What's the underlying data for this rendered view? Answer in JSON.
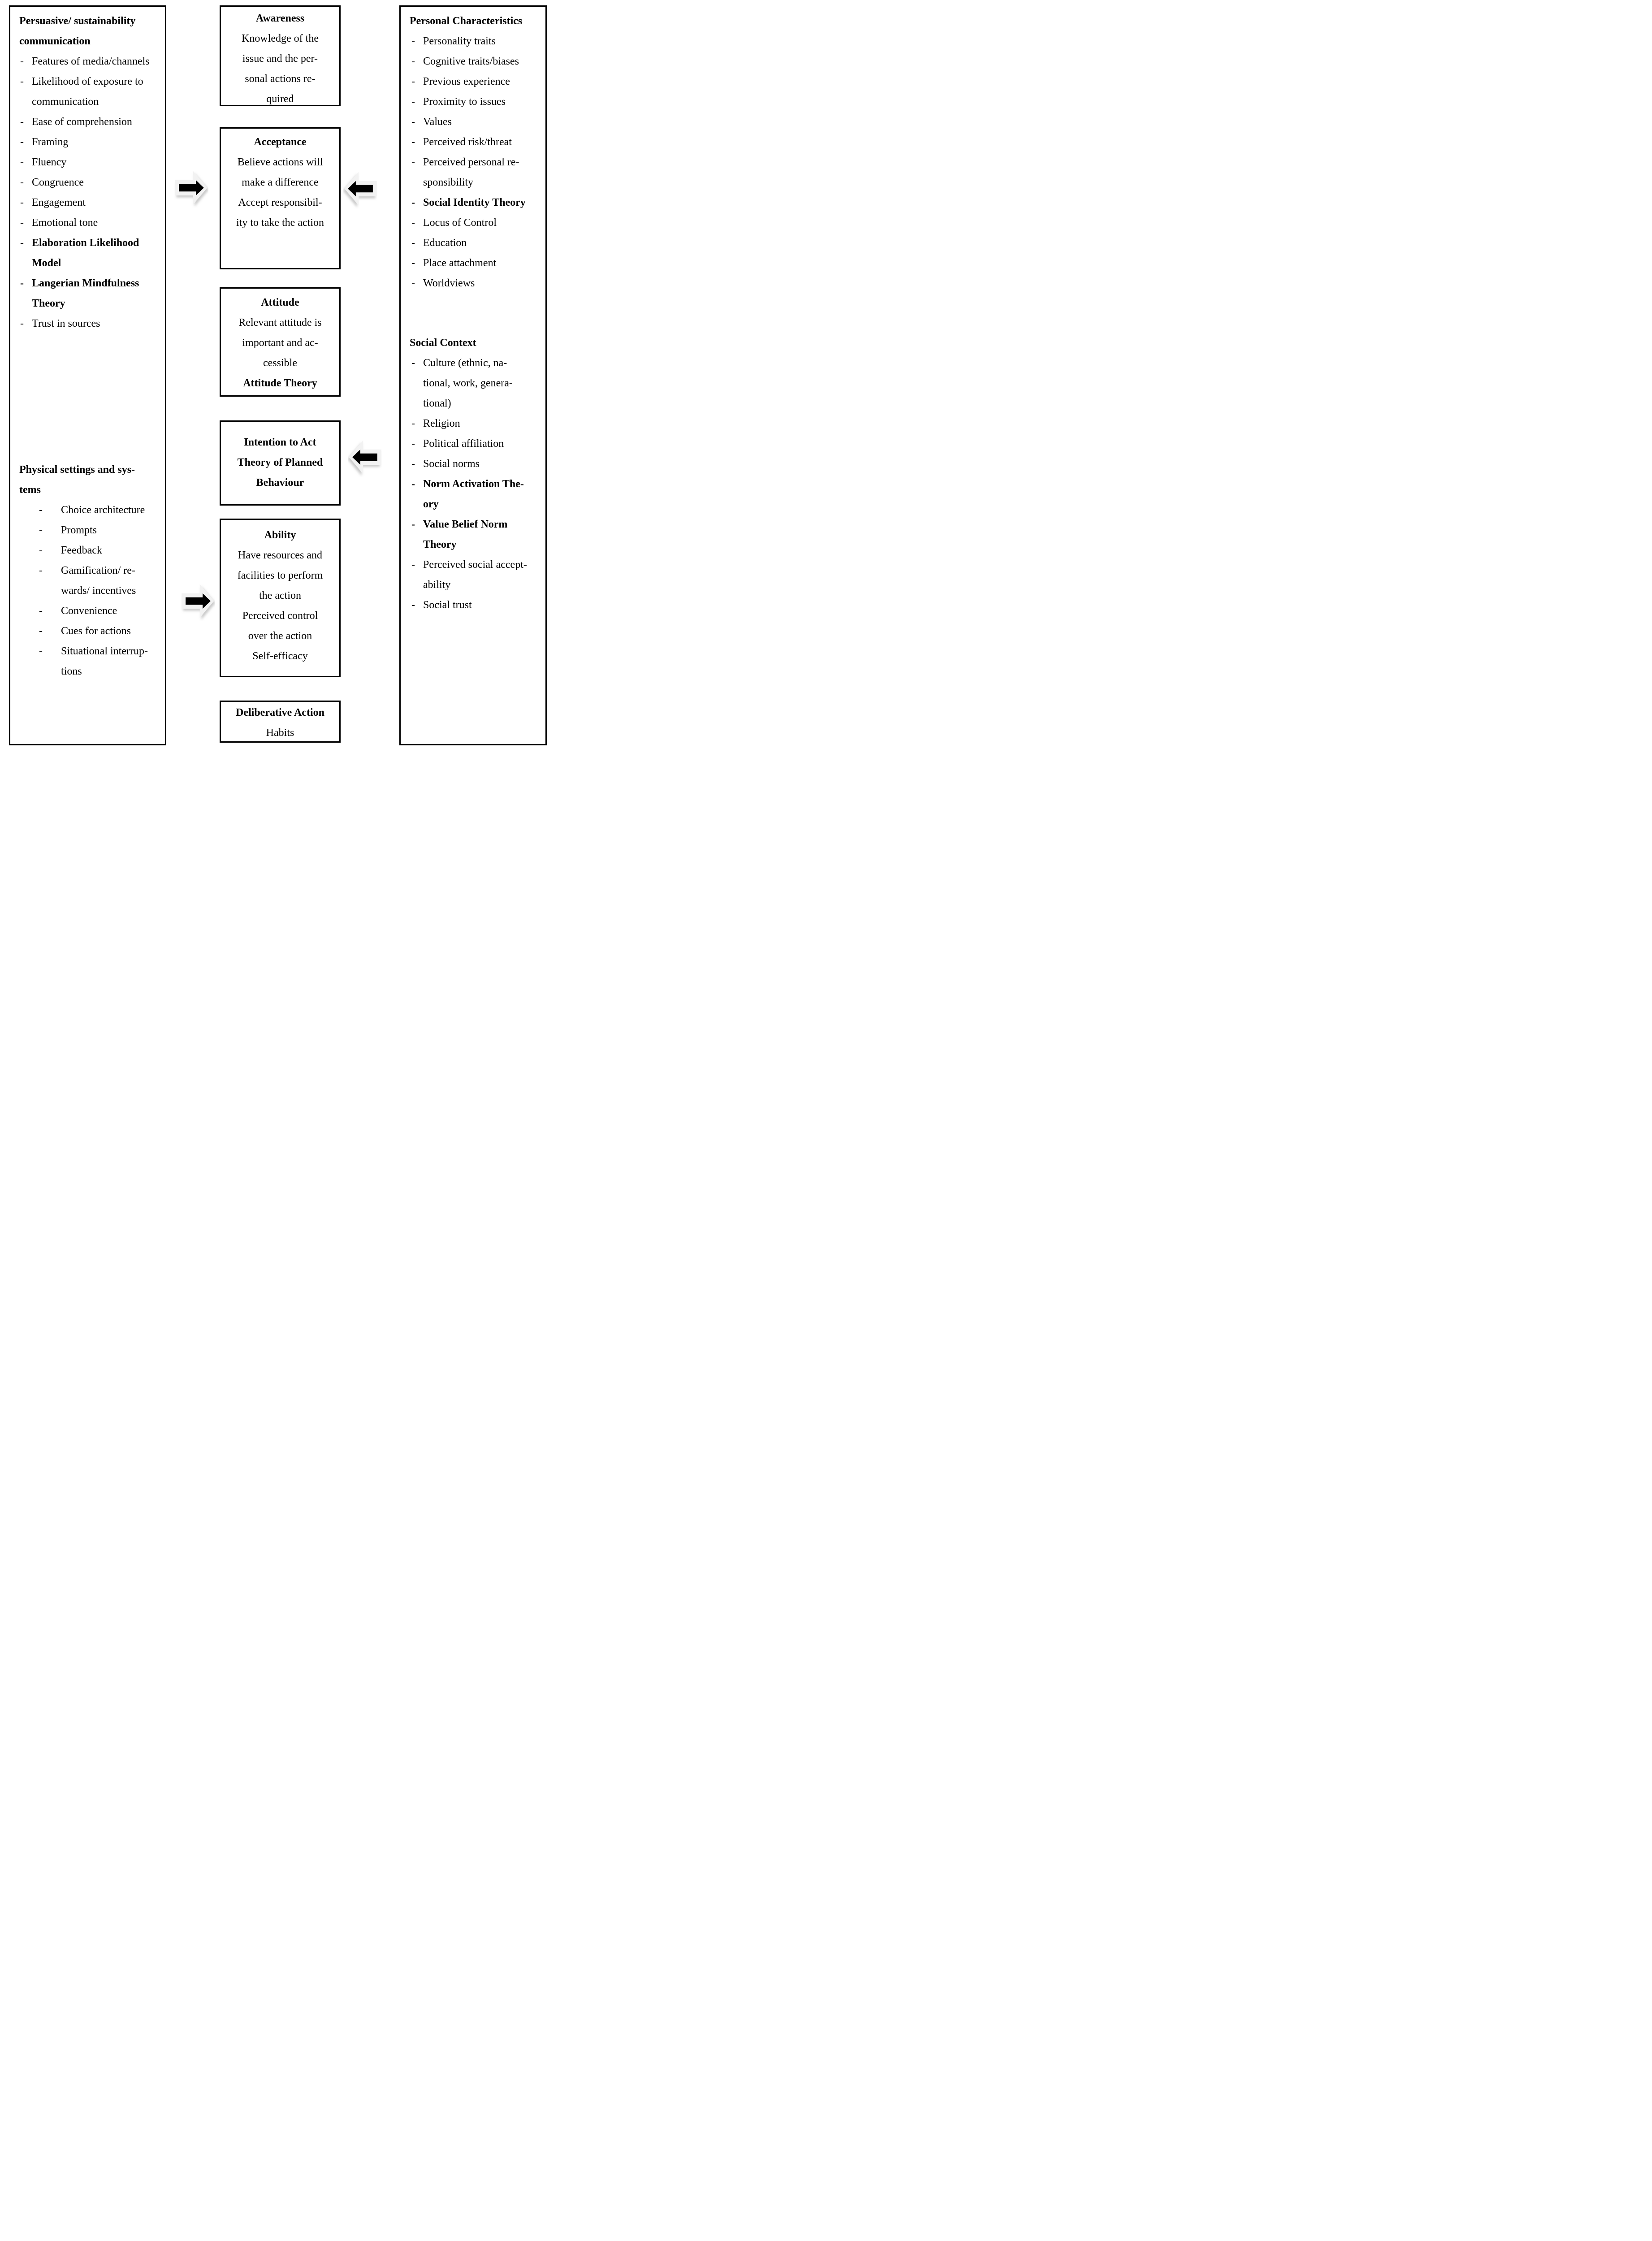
{
  "diagram": {
    "colors": {
      "background": "#ffffff",
      "border": "#000000",
      "text": "#000000",
      "arrow_fill": "#000000",
      "arrow_outline": "#f2f2f2",
      "arrow_shadow": "#c0c0c0"
    },
    "left_box": {
      "sections": [
        {
          "header_lines": [
            "Persuasive/ sustainability",
            "communication"
          ],
          "items": [
            {
              "lines": [
                "Features of media/channels"
              ],
              "bold": false
            },
            {
              "lines": [
                "Likelihood of exposure to",
                "communication"
              ],
              "bold": false
            },
            {
              "lines": [
                "Ease of comprehension"
              ],
              "bold": false
            },
            {
              "lines": [
                "Framing"
              ],
              "bold": false
            },
            {
              "lines": [
                "Fluency"
              ],
              "bold": false
            },
            {
              "lines": [
                "Congruence"
              ],
              "bold": false
            },
            {
              "lines": [
                "Engagement"
              ],
              "bold": false
            },
            {
              "lines": [
                "Emotional tone"
              ],
              "bold": false
            },
            {
              "lines": [
                "Elaboration Likelihood",
                "Model"
              ],
              "bold": true
            },
            {
              "lines": [
                "Langerian Mindfulness",
                "Theory"
              ],
              "bold": true
            },
            {
              "lines": [
                "Trust in sources"
              ],
              "bold": false
            }
          ]
        },
        {
          "header_lines": [
            "Physical settings and sys-",
            "tems"
          ],
          "items": [
            {
              "lines": [
                "Choice architecture"
              ],
              "bold": false
            },
            {
              "lines": [
                "Prompts"
              ],
              "bold": false
            },
            {
              "lines": [
                "Feedback"
              ],
              "bold": false
            },
            {
              "lines": [
                "Gamification/ re-",
                "wards/ incentives"
              ],
              "bold": false
            },
            {
              "lines": [
                "Convenience"
              ],
              "bold": false
            },
            {
              "lines": [
                "Cues for actions"
              ],
              "bold": false
            },
            {
              "lines": [
                "Situational interrup-",
                "tions"
              ],
              "bold": false
            }
          ]
        }
      ]
    },
    "right_box": {
      "sections": [
        {
          "header_lines": [
            "Personal Characteristics"
          ],
          "items": [
            {
              "lines": [
                "Personality traits"
              ],
              "bold": false
            },
            {
              "lines": [
                "Cognitive traits/biases"
              ],
              "bold": false
            },
            {
              "lines": [
                "Previous experience"
              ],
              "bold": false
            },
            {
              "lines": [
                "Proximity to issues"
              ],
              "bold": false
            },
            {
              "lines": [
                "Values"
              ],
              "bold": false
            },
            {
              "lines": [
                "Perceived risk/threat"
              ],
              "bold": false
            },
            {
              "lines": [
                "Perceived personal re-",
                "sponsibility"
              ],
              "bold": false
            },
            {
              "lines": [
                "Social Identity Theory"
              ],
              "bold": true
            },
            {
              "lines": [
                "Locus of Control"
              ],
              "bold": false
            },
            {
              "lines": [
                "Education"
              ],
              "bold": false
            },
            {
              "lines": [
                "Place attachment"
              ],
              "bold": false
            },
            {
              "lines": [
                "Worldviews"
              ],
              "bold": false
            }
          ]
        },
        {
          "header_lines": [
            "Social Context"
          ],
          "items": [
            {
              "lines": [
                "Culture (ethnic, na-",
                "tional, work, genera-",
                "tional)"
              ],
              "bold": false
            },
            {
              "lines": [
                "Religion"
              ],
              "bold": false
            },
            {
              "lines": [
                "Political affiliation"
              ],
              "bold": false
            },
            {
              "lines": [
                "Social norms"
              ],
              "bold": false
            },
            {
              "lines": [
                "Norm Activation The-",
                "ory"
              ],
              "bold": true
            },
            {
              "lines": [
                "Value Belief Norm",
                "Theory"
              ],
              "bold": true
            },
            {
              "lines": [
                "Perceived social accept-",
                "ability"
              ],
              "bold": false
            },
            {
              "lines": [
                "Social trust"
              ],
              "bold": false
            }
          ]
        }
      ]
    },
    "stage_boxes": [
      {
        "title": "Awareness",
        "lines": [
          {
            "text": "Knowledge of the",
            "bold": false
          },
          {
            "text": "issue and the per-",
            "bold": false
          },
          {
            "text": "sonal actions re-",
            "bold": false
          },
          {
            "text": "quired",
            "bold": false
          }
        ]
      },
      {
        "title": "Acceptance",
        "lines": [
          {
            "text": "Believe actions will",
            "bold": false
          },
          {
            "text": "make a difference",
            "bold": false
          },
          {
            "text": "Accept responsibil-",
            "bold": false
          },
          {
            "text": "ity to take the action",
            "bold": false
          }
        ]
      },
      {
        "title": "Attitude",
        "lines": [
          {
            "text": "Relevant attitude is",
            "bold": false
          },
          {
            "text": "important and ac-",
            "bold": false
          },
          {
            "text": "cessible",
            "bold": false
          },
          {
            "text": "Attitude Theory",
            "bold": true
          }
        ]
      },
      {
        "title": "Intention to Act",
        "lines": [
          {
            "text": "Theory of Planned",
            "bold": true
          },
          {
            "text": "Behaviour",
            "bold": true
          }
        ]
      },
      {
        "title": "Ability",
        "lines": [
          {
            "text": "Have resources and",
            "bold": false
          },
          {
            "text": "facilities to perform",
            "bold": false
          },
          {
            "text": "the action",
            "bold": false
          },
          {
            "text": "Perceived control",
            "bold": false
          },
          {
            "text": "over the action",
            "bold": false
          },
          {
            "text": "Self-efficacy",
            "bold": false
          }
        ]
      },
      {
        "title": "Deliberative Action",
        "lines": [
          {
            "text": "Habits",
            "bold": false
          }
        ]
      }
    ],
    "arrows": [
      {
        "direction": "right",
        "from": "left_box",
        "to": "Acceptance"
      },
      {
        "direction": "left",
        "from": "right_box",
        "to": "Acceptance"
      },
      {
        "direction": "left",
        "from": "right_box",
        "to": "Intention to Act"
      },
      {
        "direction": "right",
        "from": "left_box",
        "to": "Ability"
      }
    ]
  }
}
